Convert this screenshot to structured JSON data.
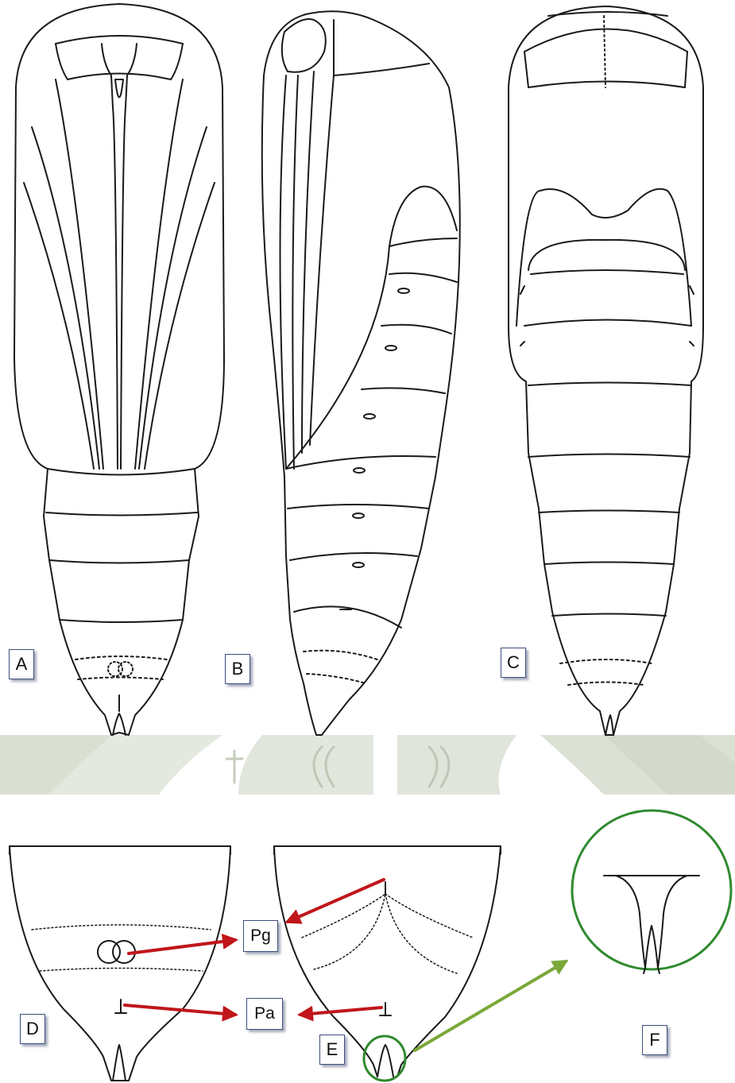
{
  "panels": {
    "a": "A",
    "b": "B",
    "c": "C",
    "d": "D",
    "e": "E",
    "f": "F"
  },
  "callouts": {
    "pg": "Pg",
    "pa": "Pa"
  },
  "colors": {
    "line": "#1a1a1a",
    "arrow_red": "#c0161b",
    "arrow_green": "#7aa83a",
    "circle_green": "#2f8a2f",
    "label_border": "#3c4f7a",
    "watermark": "#c8d1bf"
  }
}
